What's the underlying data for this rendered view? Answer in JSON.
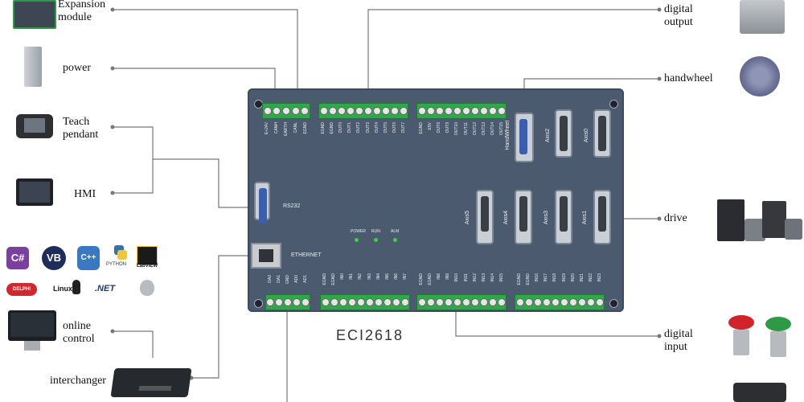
{
  "labels": {
    "expansion_1": "Expansion",
    "expansion_2": "module",
    "power": "power",
    "teach_1": "Teach",
    "teach_2": "pendant",
    "hmi": "HMI",
    "online_1": "online",
    "online_2": "control",
    "interchanger": "interchanger",
    "digital_output_1": "digital",
    "digital_output_2": "output",
    "handwheel": "handwheel",
    "drive": "drive",
    "digital_input_1": "digital",
    "digital_input_2": "input",
    "model": "ECI2618"
  },
  "panel": {
    "rs232": "RS232",
    "ethernet": "ETHERNET",
    "leds": [
      "POWER",
      "RUN",
      "ALM"
    ],
    "axes": [
      "Axis2",
      "Axis0",
      "Axis5",
      "Axis4",
      "Axis3",
      "Axis1"
    ],
    "handwheel_port": "HandWheel",
    "top_block_1": [
      "E+24V",
      "CANH",
      "EARTH",
      "CANL",
      "EGND"
    ],
    "top_block_2": [
      "EGND",
      "EGND",
      "OUT0",
      "OUT1",
      "OUT2",
      "OUT3",
      "OUT4",
      "OUT5",
      "OUT6",
      "OUT7"
    ],
    "top_block_3": [
      "EGND",
      "E5V",
      "OUT8",
      "OUT9",
      "OUT10",
      "OUT11",
      "OUT12",
      "OUT13",
      "OUT14",
      "OUT15"
    ],
    "bot_block_1": [
      "DA0",
      "DA1",
      "GND",
      "AD0",
      "AD1"
    ],
    "bot_block_2": [
      "EGND",
      "EGND",
      "IN0",
      "IN1",
      "IN2",
      "IN3",
      "IN4",
      "IN5",
      "IN6",
      "IN7"
    ],
    "bot_block_3": [
      "EGND",
      "EGND",
      "IN8",
      "IN9",
      "IN10",
      "IN11",
      "IN12",
      "IN13",
      "IN14",
      "IN15"
    ],
    "bot_block_4": [
      "EGND",
      "EGND",
      "IN16",
      "IN17",
      "IN18",
      "IN19",
      "IN20",
      "IN21",
      "IN22",
      "IN23"
    ]
  },
  "languages": [
    "C#",
    "VB",
    "C++",
    "PYTHON",
    "LabVIEW",
    "DELPHI",
    "Linux",
    ".NET"
  ],
  "colors": {
    "panel": "#4b5a6e",
    "terminal": "#2fa84a",
    "wire": "#777777"
  }
}
